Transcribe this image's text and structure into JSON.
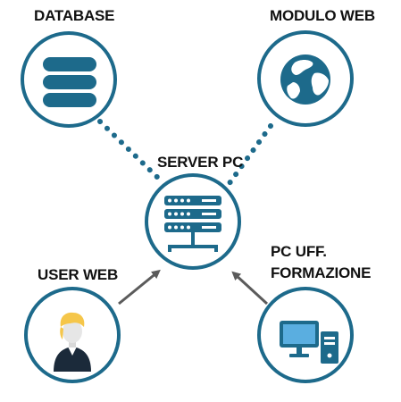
{
  "diagram": {
    "nodes": {
      "database": {
        "label": "DATABASE",
        "icon": "database-icon"
      },
      "web_module": {
        "label": "MODULO WEB",
        "icon": "globe-icon"
      },
      "server": {
        "label": "SERVER PC",
        "icon": "server-icon"
      },
      "pc_office": {
        "label_line1": "PC UFF.",
        "label_line2": "FORMAZIONE",
        "icon": "desktop-computer-icon"
      },
      "web_user": {
        "label": "USER WEB",
        "icon": "user-icon"
      }
    },
    "connections": [
      {
        "from": "database",
        "to": "server",
        "style": "dotted"
      },
      {
        "from": "web_module",
        "to": "server",
        "style": "dotted"
      },
      {
        "from": "web_user",
        "to": "server",
        "style": "arrow"
      },
      {
        "from": "pc_office",
        "to": "server",
        "style": "arrow"
      }
    ],
    "colors": {
      "circle_stroke": "#1d6a8b",
      "icon_fill": "#1d6a8b",
      "arrow": "#5b5b5b",
      "user_hair": "#f5c64a",
      "user_suit": "#1b2a3a",
      "monitor_screen": "#5aaee0"
    }
  }
}
